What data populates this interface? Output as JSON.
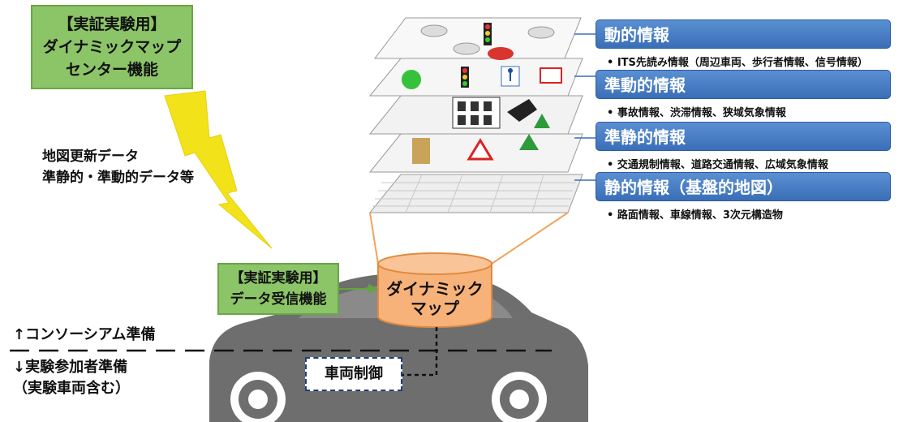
{
  "center_box": {
    "line1": "【実証実験用】",
    "line2": "ダイナミックマップ",
    "line3": "センター機能"
  },
  "update_label": {
    "line1": "地図更新データ",
    "line2": "準静的・準動的データ等"
  },
  "receiver_box": {
    "line1": "【実証実験用】",
    "line2": "データ受信機能"
  },
  "dynamic_map": {
    "line1": "ダイナミック",
    "line2": "マップ"
  },
  "consortium_label": "↑コンソーシアム準備",
  "participant_label": {
    "line1": "↓実験参加者準備",
    "line2": "（実験車両含む）"
  },
  "vehicle_control": "車両制御",
  "layers": [
    {
      "title": "動的情報",
      "detail": "• ITS先読み情報（周辺車両、歩行者情報、信号情報）"
    },
    {
      "title": "準動的情報",
      "detail": "• 事故情報、渋滞情報、狭域気象情報"
    },
    {
      "title": "準静的情報",
      "detail": "• 交通規制情報、道路交通情報、広域気象情報"
    },
    {
      "title": "静的情報（基盤的地図）",
      "detail": "• 路面情報、車線情報、3次元構造物"
    }
  ],
  "colors": {
    "green_box": "#8cc468",
    "blue_box": "#4a80c8",
    "cylinder": "#f7b27a",
    "lightning": "#f2e21a",
    "car": "#6e6e6e"
  }
}
